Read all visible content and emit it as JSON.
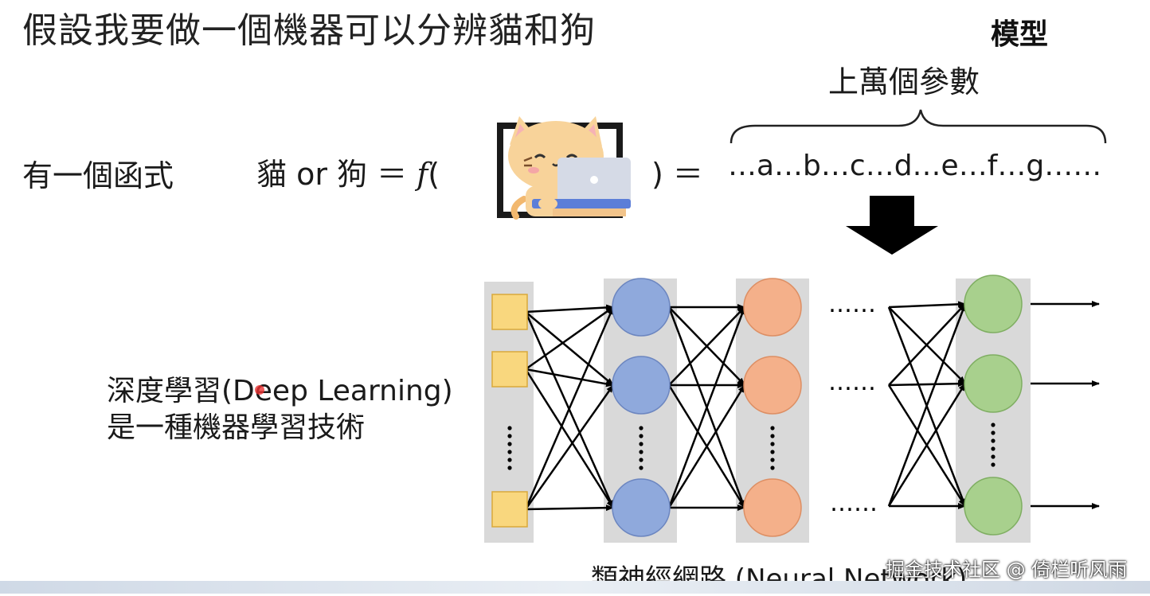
{
  "slide": {
    "title": "假設我要做一個機器可以分辨貓和狗",
    "model_label": "模型",
    "params_label": "上萬個參數",
    "function_label": "有一個函式",
    "equation_left": "貓 or 狗 ＝",
    "f_symbol": "f",
    "open_paren": "(",
    "equation_right": ")  ＝",
    "params_sequence": "…a…b…c…d…e…f…g……",
    "dl_line1": "深度學習(Deep Learning)",
    "dl_line2": "是一種機器學習技術",
    "nn_caption": "類神經網路 (Neural Network)",
    "dots": "……"
  },
  "image_icons": {
    "cat_laptop": "cat-with-laptop-illustration"
  },
  "watermark": "掘金技术社区 @ 倚栏听风雨",
  "colors": {
    "input_node": "#F9D77E",
    "hidden1_node": "#8FA9DC",
    "hidden2_node": "#F4B08A",
    "output_node": "#A8D08D",
    "column_bg": "#D9D9D9",
    "arrow": "#000000"
  }
}
